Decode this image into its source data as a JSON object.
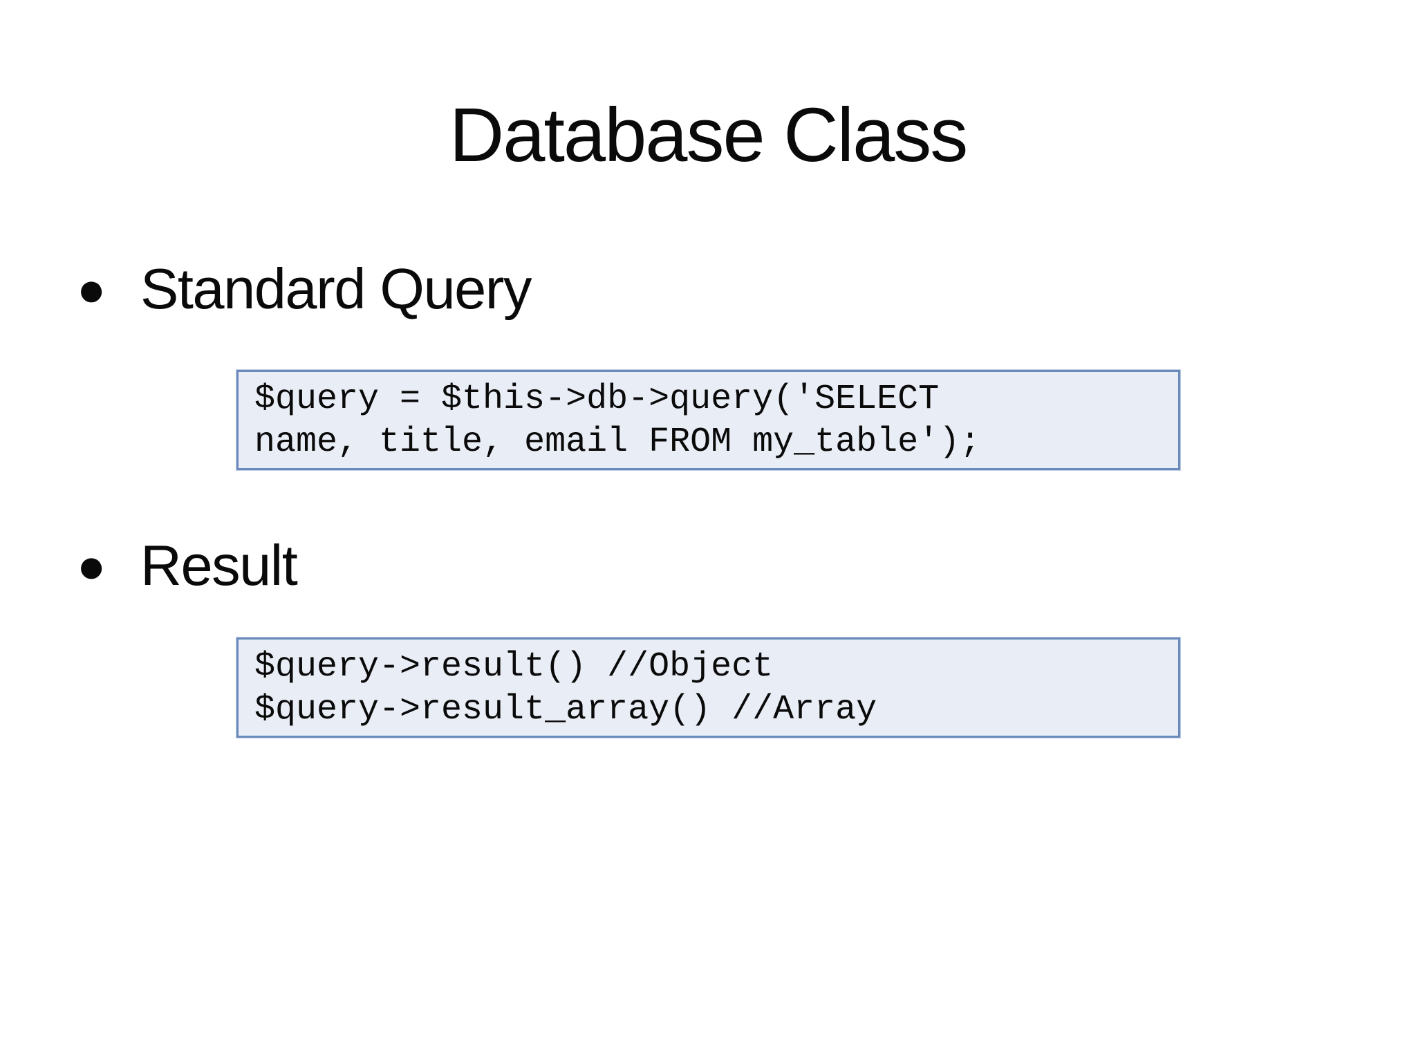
{
  "slide": {
    "title": "Database Class",
    "bullet_char": "●",
    "colors": {
      "box_bg": "#e9edf6",
      "box_border": "#6a8abc",
      "text": "#0a0a0a"
    },
    "sections": [
      {
        "label": "Standard Query",
        "code_lines": [
          "$query = $this->db->query('SELECT",
          "name, title, email FROM my_table');"
        ]
      },
      {
        "label": "Result",
        "code_lines": [
          "$query->result() //Object",
          "$query->result_array() //Array"
        ]
      }
    ]
  }
}
